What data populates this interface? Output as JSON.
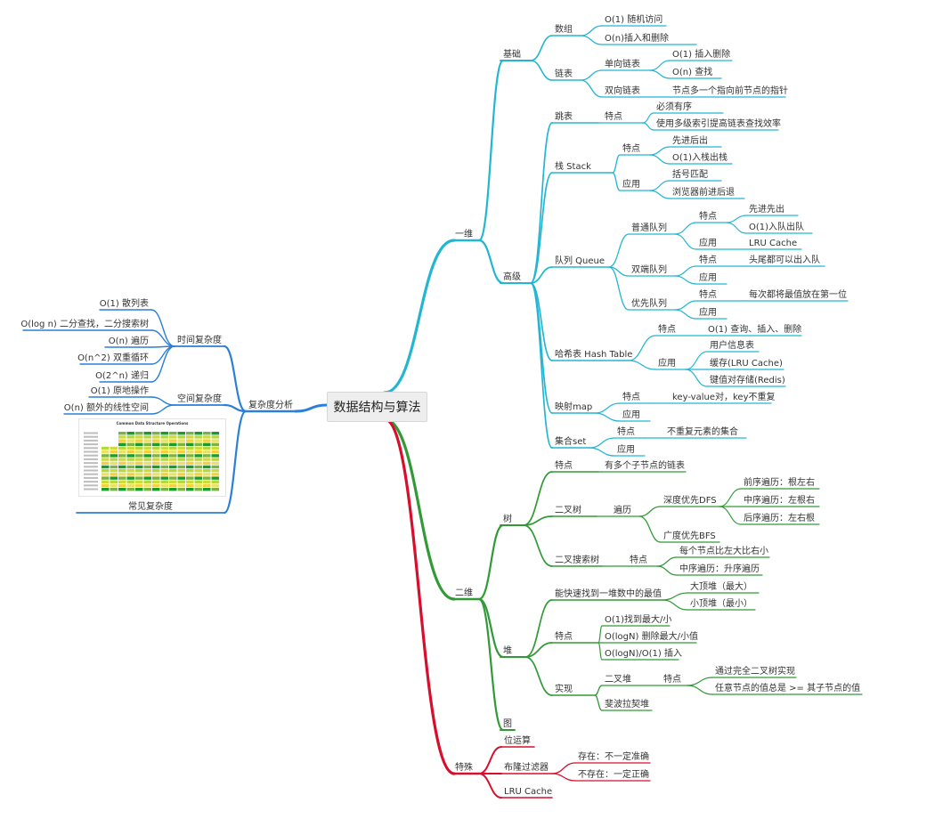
{
  "root": "数据结构与算法",
  "colors": {
    "blue": "#23b6d2",
    "green": "#319a37",
    "red": "#d70f2d",
    "left": "#2b7fd8"
  },
  "complexity": {
    "label": "复杂度分析",
    "time": {
      "label": "时间复杂度",
      "items": [
        "O(1) 散列表",
        "O(log n) 二分查找，二分搜索树",
        "O(n) 遍历",
        "O(n^2) 双重循环",
        "O(2^n) 递归"
      ]
    },
    "space": {
      "label": "空间复杂度",
      "items": [
        "O(1) 原地操作",
        "O(n) 额外的线性空间"
      ]
    },
    "common": {
      "label": "常见复杂度",
      "image_title": "Common Data Structure Operations"
    }
  },
  "one_dim": {
    "label": "一维",
    "basic": {
      "label": "基础",
      "array": {
        "label": "数组",
        "items": [
          "O(1) 随机访问",
          "O(n)插入和删除"
        ]
      },
      "list": {
        "label": "链表",
        "single": {
          "label": "单向链表",
          "items": [
            "O(1) 插入删除",
            "O(n) 查找"
          ]
        },
        "double": {
          "label": "双向链表",
          "items": [
            "节点多一个指向前节点的指针"
          ]
        }
      }
    },
    "advanced": {
      "label": "高级",
      "skiplist": {
        "label": "跳表",
        "feature": "特点",
        "items": [
          "必须有序",
          "使用多级索引提高链表查找效率"
        ]
      },
      "stack": {
        "label": "栈 Stack",
        "feature": "特点",
        "feature_items": [
          "先进后出",
          "O(1)入栈出栈"
        ],
        "usage": "应用",
        "usage_items": [
          "括号匹配",
          "浏览器前进后退"
        ]
      },
      "queue": {
        "label": "队列 Queue",
        "normal": {
          "label": "普通队列",
          "feature": "特点",
          "feature_items": [
            "先进先出",
            "O(1)入队出队"
          ],
          "usage": "应用",
          "usage_items": [
            "LRU Cache"
          ]
        },
        "deque": {
          "label": "双端队列",
          "feature": "特点",
          "feature_items": [
            "头尾都可以出入队"
          ],
          "usage": "应用"
        },
        "priority": {
          "label": "优先队列",
          "feature": "特点",
          "feature_items": [
            "每次都将最值放在第一位"
          ],
          "usage": "应用"
        }
      },
      "hash": {
        "label": "哈希表 Hash Table",
        "feature": "特点",
        "feature_items": [
          "O(1) 查询、插入、删除"
        ],
        "usage": "应用",
        "usage_items": [
          "用户信息表",
          "缓存(LRU Cache)",
          "键值对存储(Redis)"
        ]
      },
      "map": {
        "label": "映射map",
        "feature": "特点",
        "feature_items": [
          "key-value对，key不重复"
        ],
        "usage": "应用"
      },
      "set": {
        "label": "集合set",
        "feature": "特点",
        "feature_items": [
          "不重复元素的集合"
        ],
        "usage": "应用"
      }
    }
  },
  "two_dim": {
    "label": "二维",
    "tree": {
      "label": "树",
      "feature": {
        "label": "特点",
        "text": "有多个子节点的链表"
      },
      "binary": {
        "label": "二叉树",
        "traverse": "遍历",
        "dfs": {
          "label": "深度优先DFS",
          "items": [
            "前序遍历：根左右",
            "中序遍历：左根右",
            "后序遍历：左右根"
          ]
        },
        "bfs": "广度优先BFS"
      },
      "bst": {
        "label": "二叉搜索树",
        "feature": "特点",
        "items": [
          "每个节点比左大比右小",
          "中序遍历：升序遍历"
        ]
      }
    },
    "heap": {
      "label": "堆",
      "top": {
        "label": "能快速找到一堆数中的最值",
        "items": [
          "大顶堆（最大）",
          "小顶堆（最小）"
        ]
      },
      "feature": {
        "label": "特点",
        "items": [
          "O(1)找到最大/小",
          "O(logN) 删除最大/小值",
          "O(logN)/O(1) 插入"
        ]
      },
      "impl": {
        "label": "实现",
        "binary": {
          "label": "二叉堆",
          "feature": "特点",
          "items": [
            "通过完全二叉树实现",
            "任意节点的值总是 >= 其子节点的值"
          ]
        },
        "fib": "斐波拉契堆"
      }
    },
    "graph": {
      "label": "图"
    }
  },
  "special": {
    "label": "特殊",
    "bit": "位运算",
    "bloom": {
      "label": "布隆过滤器",
      "items": [
        "存在：不一定准确",
        "不存在：一定正确"
      ]
    },
    "lru": "LRU Cache"
  }
}
